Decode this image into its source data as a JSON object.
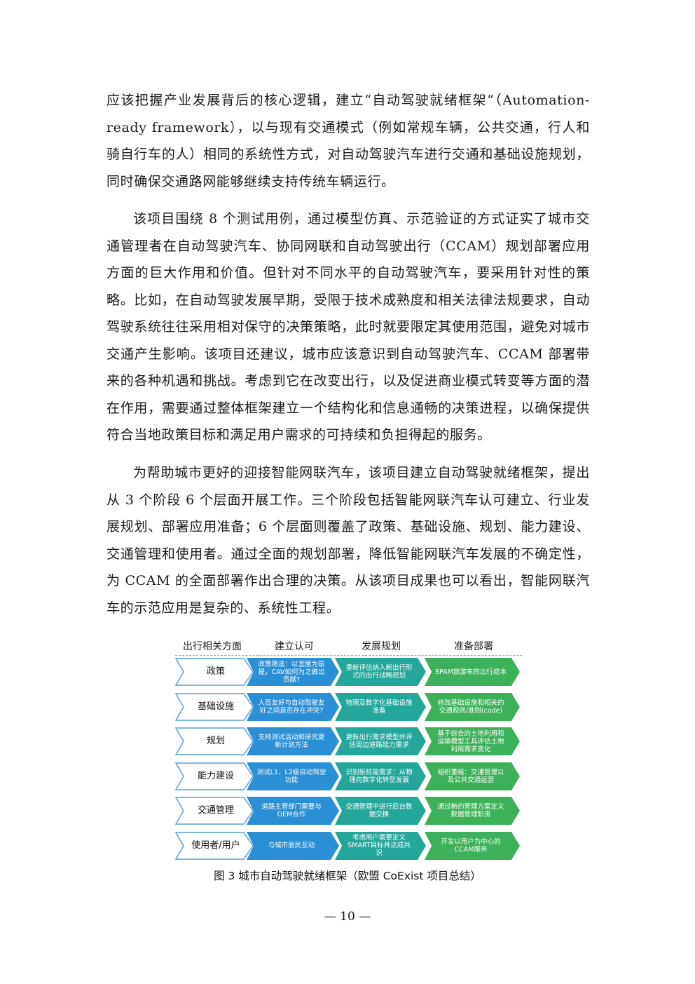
{
  "paragraphs": [
    "应该把握产业发展背后的核心逻辑，建立“自动驾驶就绪框架”（Automation-ready framework），以与现有交通模式（例如常规车辆，公共交通，行人和骑自行车的人）相同的系统性方式，对自动驾驶汽车进行交通和基础设施规划，同时确保交通路网能够继续支持传统车辆运行。",
    "该项目围绕 8 个测试用例，通过模型仿真、示范验证的方式证实了城市交通管理者在自动驾驶汽车、协同网联和自动驾驶出行（CCAM）规划部署应用方面的巨大作用和价值。但针对不同水平的自动驾驶汽车，要采用针对性的策略。比如，在自动驾驶发展早期，受限于技术成熟度和相关法律法规要求，自动驾驶系统往往采用相对保守的决策策略，此时就要限定其使用范围，避免对城市交通产生影响。该项目还建议，城市应该意识到自动驾驶汽车、CCAM 部署带来的各种机遇和挑战。考虑到它在改变出行，以及促进商业模式转变等方面的潜在作用，需要通过整体框架建立一个结构化和信息通畅的决策进程，以确保提供符合当地政策目标和满足用户需求的可持续和负担得起的服务。",
    "为帮助城市更好的迎接智能网联汽车，该项目建立自动驾驶就绪框架，提出从 3 个阶段 6 个层面开展工作。三个阶段包括智能网联汽车认可建立、行业发展规划、部署应用准备；6 个层面则覆盖了政策、基础设施、规划、能力建设、交通管理和使用者。通过全面的规划部署，降低智能网联汽车发展的不确定性，为 CCAM 的全面部署作出合理的决策。从该项目成果也可以看出，智能网联汽车的示范应用是复杂的、系统性工程。"
  ],
  "figure": {
    "headers": [
      "出行相关方面",
      "建立认可",
      "发展规划",
      "准备部署"
    ],
    "colors": {
      "stage1": "#2b8fd6",
      "stage2": "#24a79a",
      "stage3": "#3cb15a",
      "category_border": "#5a9fd4"
    },
    "rows": [
      {
        "category": "政策",
        "cells": [
          "政策筛选：以宜居为前提，CAV如何为之做出贡献?",
          "重新评估纳入新出行形式的出行战略规划",
          "SPAM旅游车的出行成本"
        ]
      },
      {
        "category": "基础设施",
        "cells": [
          "人员友好与自动驾驶友好之间是否存在冲突?",
          "物理及数字化基础设施准备",
          "修改基础设施和相关的交通规则/准则(code)"
        ]
      },
      {
        "category": "规划",
        "cells": [
          "支持测试活动和研究更新计划方法",
          "更新出行需求模型并评估周边道路能力需求",
          "基于综合的土地利用和运输模型工具评估土地利用需求变化"
        ]
      },
      {
        "category": "能力建设",
        "cells": [
          "测试L1、L2级自动驾驶功能",
          "识别新技能需求：从物理向数字化转型发展",
          "组织重组：交通管理以及公共交通运营"
        ]
      },
      {
        "category": "交通管理",
        "cells": [
          "道路主管部门需要与OEM合作",
          "交通管理中进行后台数据交换",
          "通过新的管理方案定义数据管理职责"
        ]
      },
      {
        "category": "使用者/用户",
        "cells": [
          "与城市居民互动",
          "考虑用户需要定义SMART目标并达成共识",
          "开发以用户为中心的CCAM服务"
        ]
      }
    ],
    "caption": "图 3  城市自动驾驶就绪框架（欧盟 CoExist 项目总结）"
  },
  "page_number": "— 10 —"
}
